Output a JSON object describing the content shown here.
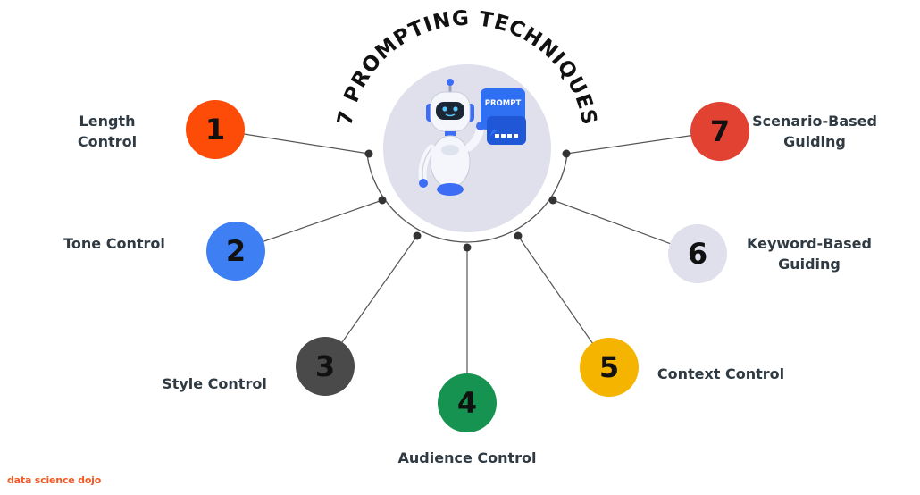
{
  "title": "7 PROMPTING TECHNIQUES",
  "brand": {
    "text": "data science dojo",
    "color": "#f05a22"
  },
  "center": {
    "bubble_text": "PROMPT",
    "bg_color": "#dfe0ec"
  },
  "techniques": [
    {
      "number": "1",
      "lines": [
        "Length",
        "Control"
      ],
      "color": "#fd4b08",
      "text_color": "#111111"
    },
    {
      "number": "2",
      "lines": [
        "Tone Control"
      ],
      "color": "#3e80f3",
      "text_color": "#111111"
    },
    {
      "number": "3",
      "lines": [
        "Style Control"
      ],
      "color": "#4a4a4a",
      "text_color": "#111111"
    },
    {
      "number": "4",
      "lines": [
        "Audience Control"
      ],
      "color": "#169350",
      "text_color": "#111111"
    },
    {
      "number": "5",
      "lines": [
        "Context Control"
      ],
      "color": "#f5b400",
      "text_color": "#111111"
    },
    {
      "number": "6",
      "lines": [
        "Keyword-Based",
        "Guiding"
      ],
      "color": "#dfe0ec",
      "text_color": "#111111"
    },
    {
      "number": "7",
      "lines": [
        "Scenario-Based",
        "Guiding"
      ],
      "color": "#e14232",
      "text_color": "#111111"
    }
  ]
}
